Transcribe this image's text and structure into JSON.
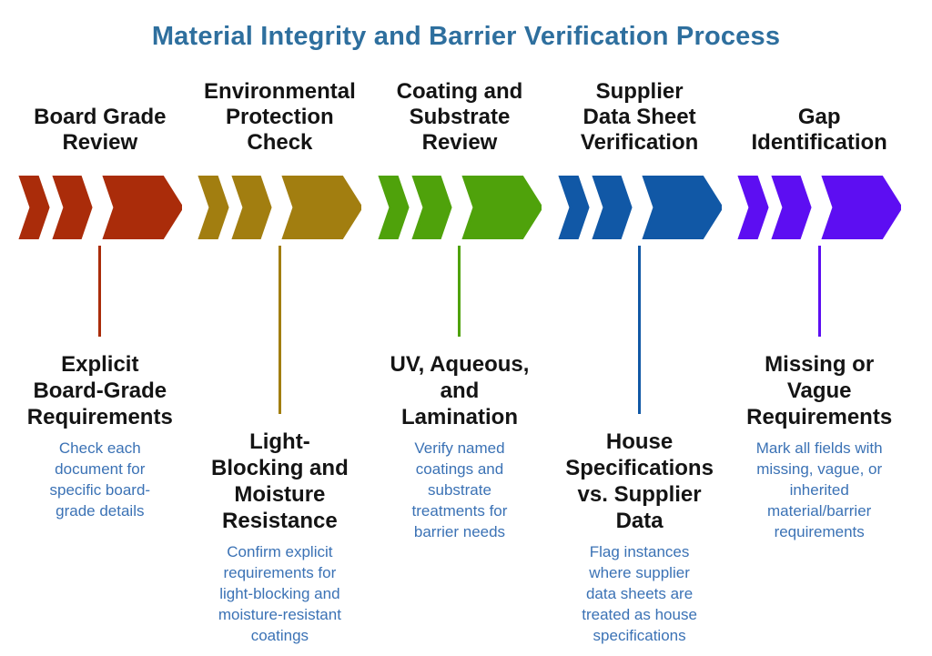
{
  "title": "Material Integrity and Barrier Verification Process",
  "colors": {
    "title": "#2E6F9E",
    "heading": "#141414",
    "description": "#3B72B5",
    "background": "#FFFFFF",
    "stage_red": "#AA2C0A",
    "stage_gold": "#A27E10",
    "stage_green": "#4FA20B",
    "stage_blue": "#1158A6",
    "stage_purple": "#5D0EF2"
  },
  "stages": [
    {
      "name": "Board Grade\nReview",
      "color": "#AA2C0A",
      "highlight": "Explicit\nBoard-Grade\nRequirements",
      "description": "Check each\ndocument for\nspecific board-\ngrade details"
    },
    {
      "name": "Environmental\nProtection\nCheck",
      "color": "#A27E10",
      "highlight": "Light-\nBlocking and\nMoisture\nResistance",
      "description": "Confirm explicit\nrequirements for\nlight-blocking and\nmoisture-resistant\ncoatings"
    },
    {
      "name": "Coating and\nSubstrate\nReview",
      "color": "#4FA20B",
      "highlight": "UV, Aqueous,\nand\nLamination",
      "description": "Verify named\ncoatings and\nsubstrate\ntreatments for\nbarrier needs"
    },
    {
      "name": "Supplier\nData Sheet\nVerification",
      "color": "#1158A6",
      "highlight": "House\nSpecifications\nvs. Supplier\nData",
      "description": "Flag instances\nwhere supplier\ndata sheets are\ntreated as house\nspecifications"
    },
    {
      "name": "Gap\nIdentification",
      "color": "#5D0EF2",
      "highlight": "Missing or\nVague\nRequirements",
      "description": "Mark all fields with\nmissing, vague, or\ninherited\nmaterial/barrier\nrequirements"
    }
  ]
}
